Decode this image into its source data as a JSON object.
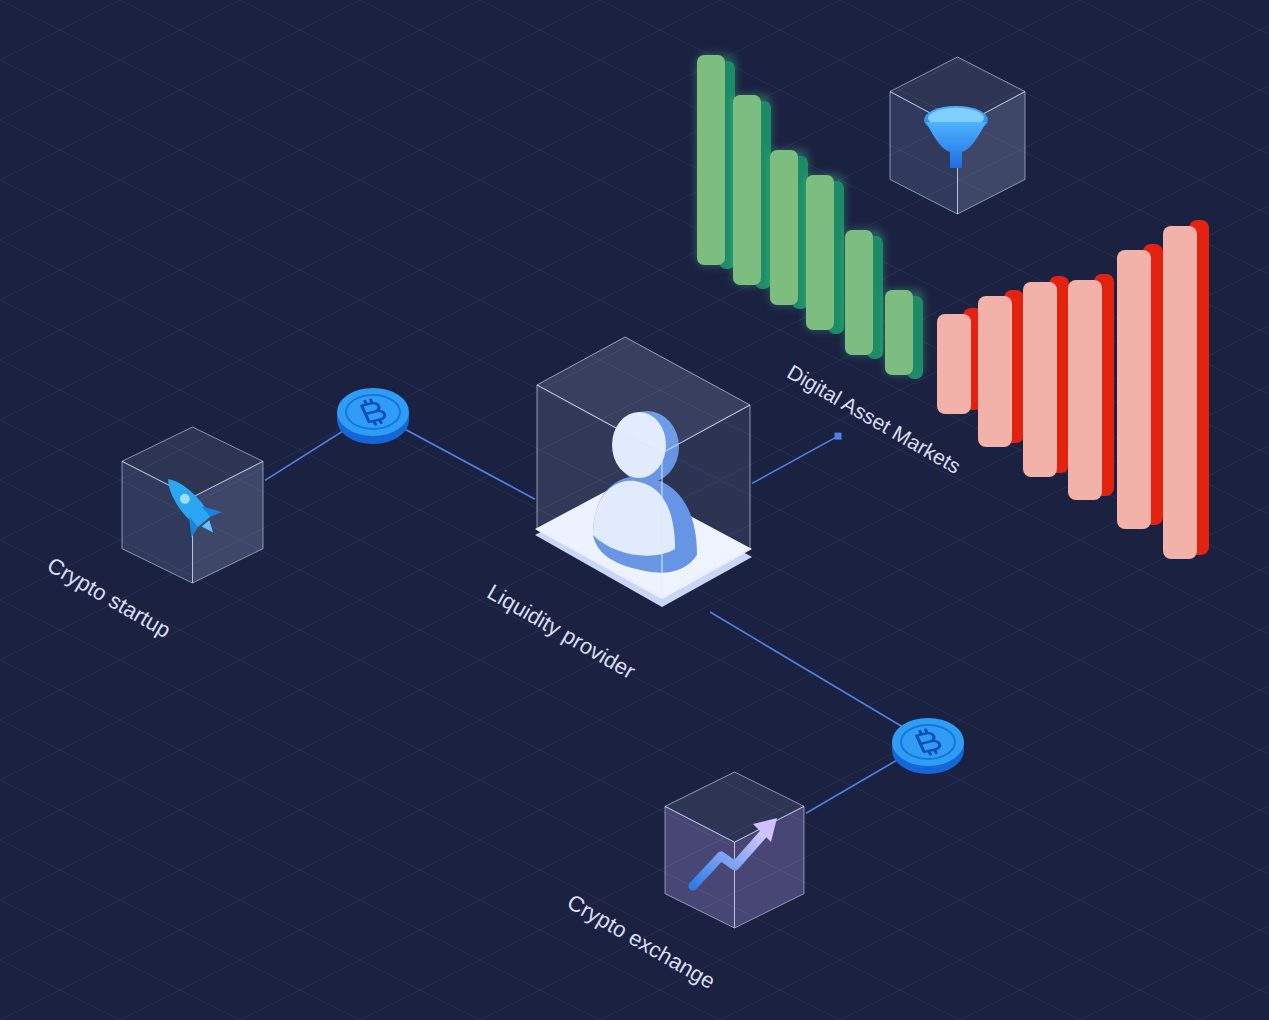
{
  "diagram": {
    "nodes": [
      {
        "text": [
          "Crypto startup"
        ]
      },
      {
        "text": [
          "Liquidity provider"
        ]
      },
      {
        "text": [
          "Digital Asset Markets"
        ]
      },
      {
        "text": [
          "Crypto exchange"
        ]
      }
    ],
    "edges": [
      {
        "from": 0,
        "to": 1,
        "arrow": "none"
      },
      {
        "from": 1,
        "to": 2,
        "arrow": "none"
      },
      {
        "from": 1,
        "to": 3,
        "arrow": "none"
      }
    ]
  }
}
